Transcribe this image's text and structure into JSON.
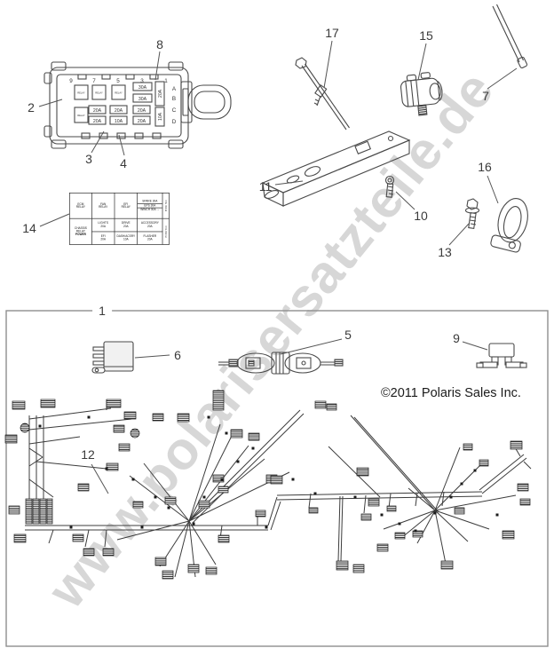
{
  "watermark": "www.polarisersatzteile.de",
  "copyright": "©2011 Polaris Sales Inc.",
  "callouts": {
    "1": "1",
    "2": "2",
    "3": "3",
    "4": "4",
    "5": "5",
    "6": "6",
    "7": "7",
    "8": "8",
    "9": "9",
    "10": "10",
    "11": "11",
    "12": "12",
    "13": "13",
    "14": "14",
    "15": "15",
    "16": "16",
    "17": "17"
  },
  "fusebox": {
    "slots": [
      "9",
      "7",
      "5",
      "3",
      "1"
    ],
    "rows": [
      "A",
      "B",
      "C",
      "D"
    ],
    "relay": "RELAY",
    "f30": [
      "30A",
      "30A"
    ],
    "fmid": [
      "20A",
      "20A",
      "20A"
    ],
    "fbot": [
      "20A",
      "10A",
      "20A"
    ],
    "fside": [
      "20A",
      "10A"
    ]
  },
  "legend": {
    "ecm1": "ECM",
    "ecm2": "RELAY",
    "fan1": "FAN",
    "fan2": "RELAY",
    "efir1": "EFI",
    "efir2": "RELAY",
    "spare": "SPARE 30A",
    "eps": "EPS 30A",
    "winch": "WINCH 30A →",
    "chassis1": "CHASSIS",
    "chassis2": "RELAY",
    "chassis3": "POWER",
    "lights1": "LIGHTS",
    "lights2": "20A",
    "drive1": "DRIVE",
    "drive2": "20A",
    "acc1": "ACCESSORY",
    "acc2": "20A",
    "efif1": "EFI",
    "efif2": "20A",
    "dash1": "DASH/ACSRY",
    "dash2": "10A",
    "flash1": "FLASHER",
    "flash2": "20A",
    "sparev1": "SPARE",
    "sparev2": "SPARE"
  },
  "harness": {
    "lines": [
      [
        33,
        468,
        33,
        568
      ],
      [
        41,
        468,
        41,
        568
      ],
      [
        49,
        468,
        49,
        568
      ],
      [
        33,
        472,
        125,
        460
      ],
      [
        33,
        484,
        148,
        472
      ],
      [
        33,
        500,
        90,
        492
      ],
      [
        41,
        520,
        120,
        528
      ],
      [
        33,
        540,
        60,
        560
      ],
      [
        33,
        505,
        48,
        515
      ],
      [
        48,
        515,
        33,
        525
      ],
      [
        28,
        592,
        302,
        592
      ],
      [
        28,
        597,
        302,
        597
      ],
      [
        302,
        592,
        312,
        560
      ],
      [
        305,
        597,
        316,
        565
      ],
      [
        312,
        558,
        543,
        554
      ],
      [
        312,
        563,
        543,
        559
      ],
      [
        60,
        597,
        55,
        612
      ],
      [
        100,
        597,
        96,
        616
      ],
      [
        120,
        597,
        118,
        616
      ],
      [
        250,
        592,
        248,
        607
      ],
      [
        290,
        592,
        290,
        580
      ],
      [
        350,
        556,
        348,
        572
      ],
      [
        383,
        559,
        381,
        632
      ],
      [
        386,
        559,
        384,
        632
      ],
      [
        412,
        558,
        410,
        578
      ],
      [
        440,
        556,
        438,
        572
      ],
      [
        470,
        555,
        468,
        570
      ],
      [
        500,
        554,
        498,
        570
      ],
      [
        213,
        587,
        248,
        478
      ],
      [
        213,
        587,
        263,
        487
      ],
      [
        213,
        587,
        280,
        502
      ],
      [
        213,
        587,
        298,
        517
      ],
      [
        213,
        587,
        326,
        532
      ],
      [
        213,
        587,
        162,
        522
      ],
      [
        213,
        587,
        146,
        536
      ],
      [
        213,
        587,
        180,
        638
      ],
      [
        213,
        587,
        197,
        650
      ],
      [
        213,
        587,
        220,
        650
      ],
      [
        213,
        587,
        243,
        636
      ],
      [
        213,
        587,
        132,
        608
      ],
      [
        338,
        462,
        213,
        587
      ],
      [
        342,
        466,
        217,
        589
      ],
      [
        395,
        468,
        490,
        575
      ],
      [
        399,
        470,
        494,
        577
      ],
      [
        370,
        503,
        428,
        560
      ],
      [
        490,
        575,
        432,
        596
      ],
      [
        490,
        575,
        452,
        606
      ],
      [
        490,
        575,
        470,
        612
      ],
      [
        490,
        575,
        503,
        640
      ],
      [
        490,
        575,
        527,
        610
      ],
      [
        490,
        575,
        551,
        596
      ],
      [
        490,
        575,
        581,
        558
      ],
      [
        490,
        575,
        518,
        504
      ],
      [
        490,
        575,
        543,
        522
      ],
      [
        490,
        575,
        460,
        550
      ],
      [
        540,
        552,
        590,
        512
      ],
      [
        543,
        556,
        593,
        516
      ],
      [
        586,
        514,
        580,
        504
      ],
      [
        590,
        520,
        598,
        528
      ],
      [
        588,
        545,
        588,
        552
      ],
      [
        356,
        460,
        356,
        452
      ],
      [
        120,
        450,
        120,
        462
      ]
    ],
    "connectors": [
      [
        14,
        452,
        14,
        9
      ],
      [
        46,
        450,
        16,
        9
      ],
      [
        120,
        450,
        16,
        9
      ],
      [
        140,
        464,
        13,
        8
      ],
      [
        6,
        490,
        13,
        9
      ],
      [
        172,
        466,
        12,
        8
      ],
      [
        200,
        466,
        13,
        9
      ],
      [
        240,
        440,
        12,
        22
      ],
      [
        128,
        479,
        12,
        8
      ],
      [
        134,
        500,
        12,
        8
      ],
      [
        120,
        522,
        13,
        8
      ],
      [
        88,
        545,
        12,
        8
      ],
      [
        260,
        484,
        13,
        9
      ],
      [
        280,
        488,
        12,
        8
      ],
      [
        300,
        535,
        12,
        9
      ],
      [
        240,
        535,
        12,
        8
      ],
      [
        224,
        564,
        12,
        8
      ],
      [
        246,
        548,
        11,
        7
      ],
      [
        186,
        560,
        12,
        8
      ],
      [
        150,
        565,
        11,
        7
      ],
      [
        10,
        570,
        12,
        9
      ],
      [
        16,
        602,
        13,
        9
      ],
      [
        82,
        602,
        12,
        8
      ],
      [
        94,
        618,
        12,
        8
      ],
      [
        116,
        618,
        12,
        8
      ],
      [
        175,
        628,
        12,
        9
      ],
      [
        183,
        643,
        12,
        9
      ],
      [
        212,
        636,
        12,
        9
      ],
      [
        232,
        639,
        12,
        8
      ],
      [
        246,
        603,
        12,
        8
      ],
      [
        288,
        575,
        11,
        7
      ],
      [
        305,
        536,
        13,
        9
      ],
      [
        402,
        527,
        13,
        9
      ],
      [
        415,
        562,
        12,
        8
      ],
      [
        407,
        579,
        11,
        7
      ],
      [
        379,
        632,
        13,
        10
      ],
      [
        398,
        636,
        12,
        9
      ],
      [
        425,
        613,
        12,
        8
      ],
      [
        445,
        600,
        11,
        7
      ],
      [
        465,
        598,
        11,
        7
      ],
      [
        497,
        632,
        13,
        9
      ],
      [
        512,
        572,
        11,
        7
      ],
      [
        575,
        497,
        13,
        9
      ],
      [
        583,
        545,
        12,
        8
      ],
      [
        586,
        562,
        11,
        7
      ],
      [
        566,
        598,
        13,
        9
      ],
      [
        348,
        572,
        10,
        6
      ],
      [
        436,
        570,
        10,
        6
      ],
      [
        522,
        500,
        10,
        7
      ],
      [
        540,
        518,
        10,
        7
      ],
      [
        29,
        562,
        7,
        28
      ],
      [
        37,
        562,
        7,
        28
      ],
      [
        45,
        562,
        7,
        28
      ],
      [
        53,
        562,
        6,
        28
      ],
      [
        355,
        452,
        12,
        8
      ],
      [
        368,
        455,
        11,
        7
      ]
    ],
    "dots": [
      [
        120,
        528
      ],
      [
        150,
        540
      ],
      [
        175,
        560
      ],
      [
        190,
        572
      ],
      [
        230,
        560
      ],
      [
        250,
        540
      ],
      [
        268,
        520
      ],
      [
        285,
        505
      ],
      [
        235,
        470
      ],
      [
        255,
        488
      ],
      [
        330,
        540
      ],
      [
        355,
        556
      ],
      [
        400,
        560
      ],
      [
        430,
        580
      ],
      [
        450,
        590
      ],
      [
        468,
        598
      ],
      [
        508,
        560
      ],
      [
        520,
        545
      ],
      [
        535,
        530
      ],
      [
        560,
        580
      ],
      [
        300,
        594
      ],
      [
        160,
        594
      ],
      [
        80,
        594
      ],
      [
        45,
        480
      ],
      [
        100,
        470
      ],
      [
        218,
        590
      ],
      [
        490,
        578
      ]
    ],
    "circles": [
      [
        28,
        482,
        5
      ],
      [
        152,
        488,
        5
      ]
    ]
  }
}
